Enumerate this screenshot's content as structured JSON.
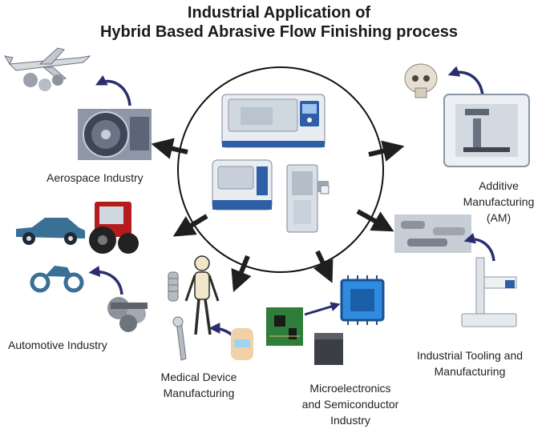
{
  "title": {
    "line1": "Industrial Application of",
    "line2": "Hybrid Based Abrasive Flow Finishing process"
  },
  "applications": {
    "aerospace": "Aerospace Industry",
    "additive_line1": "Additive",
    "additive_line2": "Manufacturing (AM)",
    "automotive": "Automotive Industry",
    "medical_line1": "Medical Device",
    "medical_line2": "Manufacturing",
    "micro_line1": "Microelectronics",
    "micro_line2": "and Semiconductor",
    "micro_line3": "Industry",
    "tooling_line1": "Industrial Tooling and",
    "tooling_line2": "Manufacturing"
  },
  "colors": {
    "arrow_dark": "#1f1f1f",
    "curved_arrow": "#2a2e6e",
    "car_blue": "#3a6f96",
    "tractor_red": "#b51d1d",
    "chip_blue": "#2f8be0",
    "pcb_green": "#2f7d3a",
    "machine_white": "#e9edf2",
    "machine_blue": "#2f5ea8"
  }
}
